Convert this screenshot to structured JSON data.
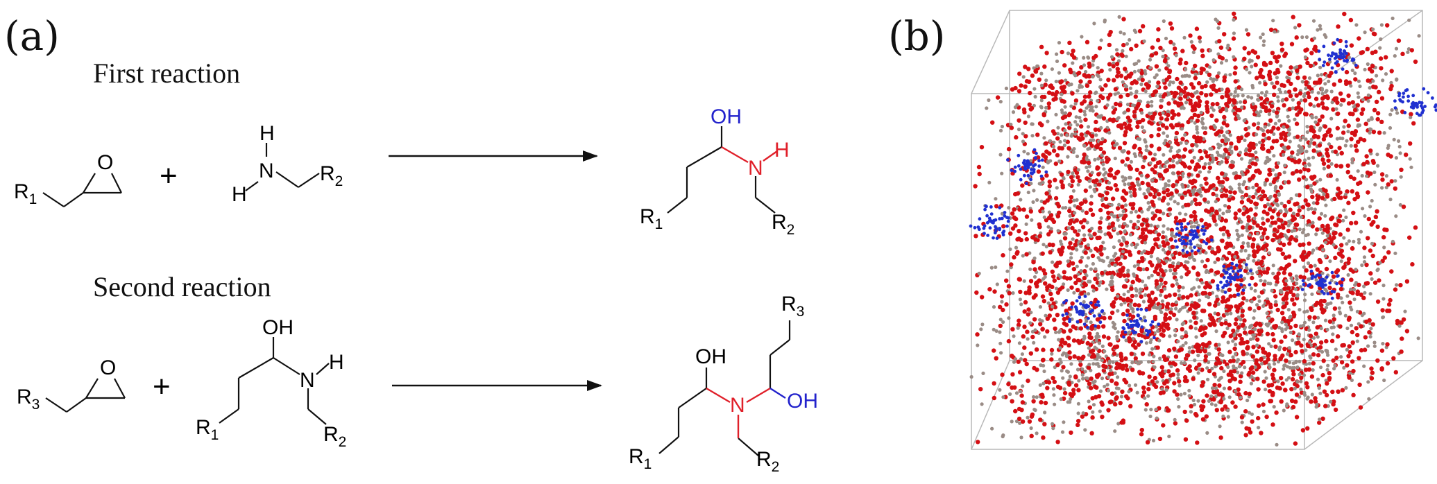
{
  "panel_a": {
    "label": "(a)",
    "first_heading": "First reaction",
    "second_heading": "Second reaction",
    "plus": "+"
  },
  "panel_b": {
    "label": "(b)"
  },
  "atoms": {
    "R": "R",
    "sub1": "1",
    "sub2": "2",
    "sub3": "3",
    "O": "O",
    "OH": "OH",
    "N": "N",
    "H": "H"
  },
  "colors": {
    "bond": "#111111",
    "new_bond": "#e0202a",
    "hydroxyl": "#2222cc",
    "oxygen_atoms": "#d40f14",
    "carbon_atoms": "#9a8c86",
    "nitrogen_atoms": "#2030d0"
  }
}
